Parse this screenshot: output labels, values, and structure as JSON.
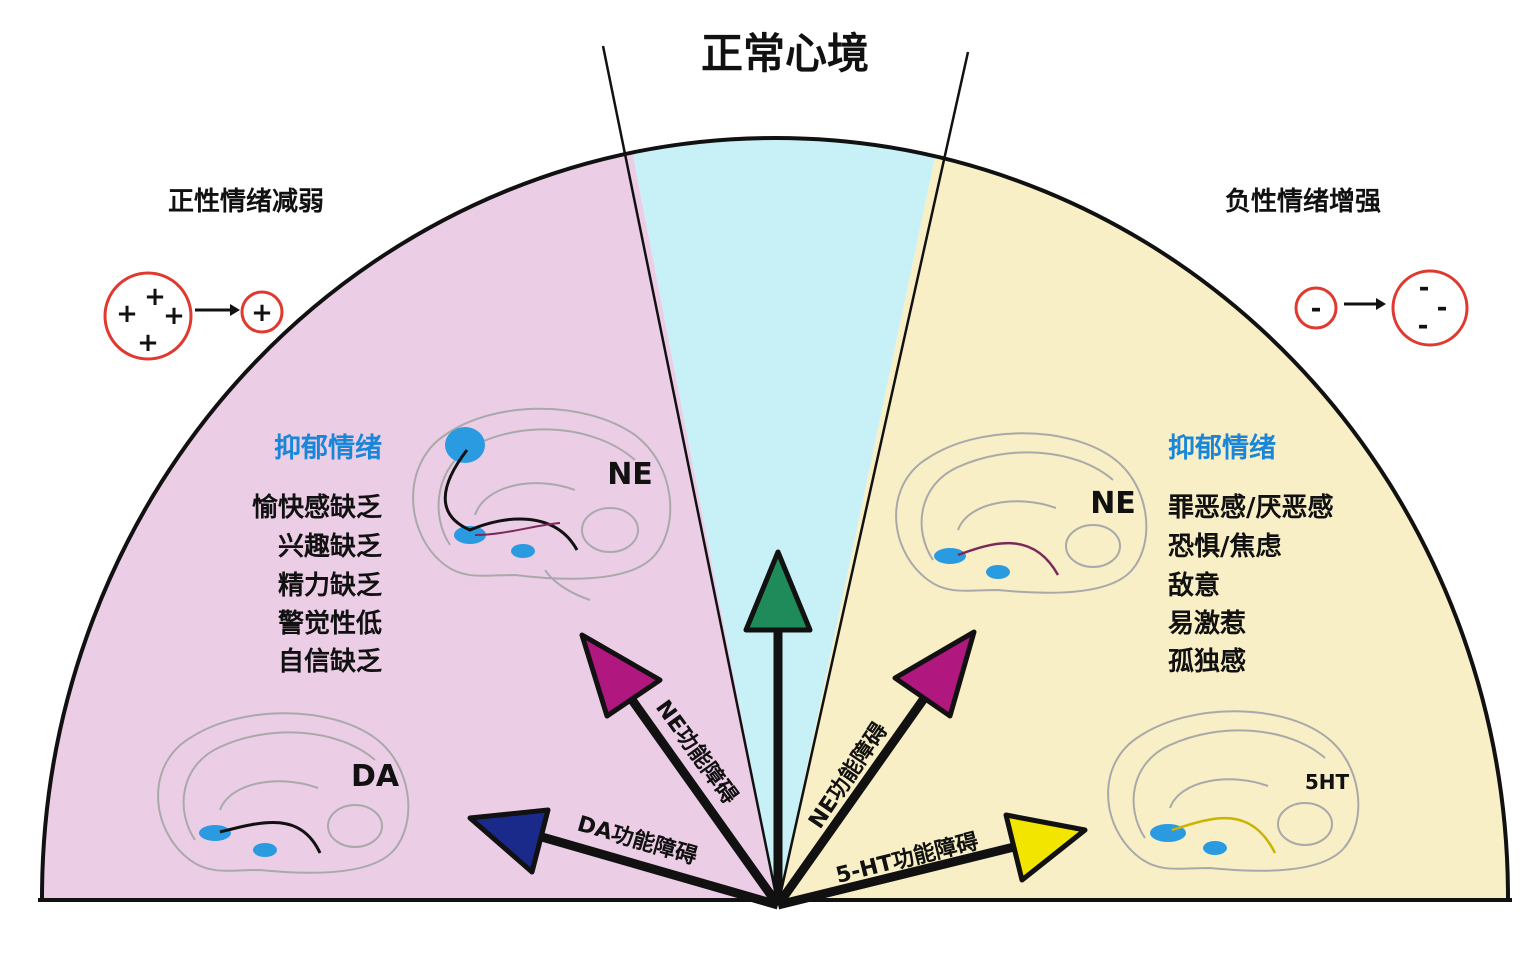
{
  "title": "正常心境",
  "left": {
    "heading": "正性情绪减弱",
    "mood_title": "抑郁情绪",
    "symptoms": [
      "愉快感缺乏",
      "兴趣缺乏",
      "精力缺乏",
      "警觉性低",
      "自信缺乏"
    ],
    "symbol_big": [
      "+",
      "+",
      "+",
      "+"
    ],
    "symbol_small": "+",
    "brain_labels": [
      "NE",
      "DA"
    ]
  },
  "right": {
    "heading": "负性情绪增强",
    "mood_title": "抑郁情绪",
    "symptoms": [
      "罪恶感/厌恶感",
      "恐惧/焦虑",
      "敌意",
      "易激惹",
      "孤独感"
    ],
    "symbol_small": "-",
    "symbol_big": [
      "-",
      "-",
      "-"
    ],
    "brain_labels": [
      "NE",
      "5HT"
    ]
  },
  "arrows": [
    {
      "label": "DA功能障碍",
      "color": "#1a2a8a"
    },
    {
      "label": "NE功能障碍",
      "color": "#b0177f"
    },
    {
      "label": "",
      "color": "#1f8a5a"
    },
    {
      "label": "NE功能障碍",
      "color": "#b0177f"
    },
    {
      "label": "5-HT功能障碍",
      "color": "#f2e600"
    }
  ],
  "colors": {
    "left_region": "#eccde6",
    "center_region": "#c7f1f6",
    "right_region": "#f8efc6",
    "blue_heading": "#1a86d8",
    "symbol_circle": "#e0392f"
  }
}
